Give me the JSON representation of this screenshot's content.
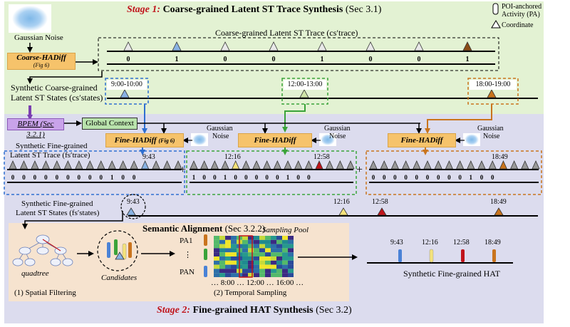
{
  "stage1": {
    "label": "Stage 1:",
    "title": "Coarse-grained Latent ST Trace Synthesis",
    "ref": "(Sec 3.1)"
  },
  "stage2": {
    "label": "Stage 2:",
    "title": "Fine-grained HAT Synthesis",
    "ref": "(Sec 3.2)"
  },
  "gaussian_noise": "Gaussian Noise",
  "gaussian_small": "Gaussian",
  "noise_small": "Noise",
  "coarse_hadiff": "Coarse-HADiff",
  "fig6": "(Fig 6)",
  "coarse_trace_title": "Coarse-grained Latent ST Trace (cs′trace)",
  "coarse_bits": [
    "0",
    "1",
    "0",
    "0",
    "1",
    "0",
    "0",
    "1"
  ],
  "synthetic_coarse_l1": "Synthetic Coarse-grained",
  "synthetic_coarse_l2": "Latent ST States (cs′states)",
  "time_windows": [
    "9:00-10:00",
    "12:00-13:00",
    "18:00-19:00"
  ],
  "legend": {
    "pa": "POI-anchored Activity (PA)",
    "coord": "Coordinate"
  },
  "bpem": "BPEM (Sec 3.2.1)",
  "global_context": "Global Context",
  "fine_hadiff": "Fine-HADiff",
  "synthetic_fine_l1": "Synthetic Fine-grained",
  "synthetic_fine_l2": "Latent ST Trace (fs′trace)",
  "fine_times": [
    "9:43",
    "12:16",
    "12:58",
    "18:49"
  ],
  "fine_bits_1": [
    "0",
    "0",
    "0",
    "0",
    "0",
    "0",
    "0",
    "0",
    "0",
    "1",
    "0",
    "0"
  ],
  "fine_bits_2": [
    "1",
    "0",
    "0",
    "1",
    "0",
    "0",
    "0",
    "0",
    "0",
    "1",
    "0",
    "0"
  ],
  "fine_bits_3": [
    "0",
    "0",
    "0",
    "0",
    "0",
    "0",
    "0",
    "0",
    "0",
    "1",
    "0",
    "0"
  ],
  "plus": "+",
  "synthetic_states_l1": "Synthetic Fine-grained",
  "synthetic_states_l2": "Latent ST States (fs′states)",
  "semantic_alignment": "Semantic Alignment",
  "semantic_ref": "(Sec 3.2.2)",
  "sampling_pool": "Sampling Pool",
  "quadtree": "quadtree",
  "candidates": "Candidates",
  "pa_labels": [
    "PA1",
    "⋮",
    "PAN"
  ],
  "time_axis": "… 8:00 … 12:00 … 16:00 …",
  "spatial_filtering": "(1) Spatial Filtering",
  "temporal_sampling": "(2) Temporal Sampling",
  "hat_title": "Synthetic Fine-grained HAT",
  "colors": {
    "blue": "#2f6fd0",
    "green": "#3aa33a",
    "orange": "#c9741d",
    "red": "#c0141b",
    "purple": "#7a3fb0"
  }
}
